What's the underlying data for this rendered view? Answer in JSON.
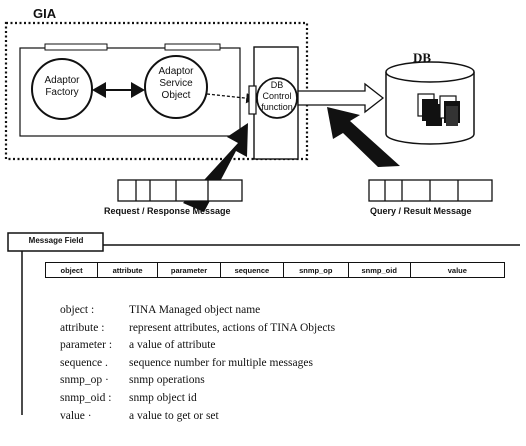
{
  "diagram": {
    "gia_label": "GIA",
    "db_label": "DB",
    "nodes": {
      "adaptor_factory": [
        "Adaptor",
        "Factory"
      ],
      "adaptor_service_object": [
        "Adaptor",
        "Service",
        "Object"
      ],
      "db_control_function": [
        "DB",
        "Control",
        "function"
      ]
    },
    "request_response_caption": "Request / Response Message",
    "query_result_caption": "Query / Result Message"
  },
  "message_field": {
    "tab_label": "Message Field",
    "fields": [
      "object",
      "attribute",
      "parameter",
      "sequence",
      "snmp_op",
      "snmp_oid",
      "value"
    ]
  },
  "legend": [
    {
      "key": "object :",
      "desc": "TINA Managed object name"
    },
    {
      "key": "attribute :",
      "desc": "represent attributes, actions of TINA Objects"
    },
    {
      "key": "parameter :",
      "desc": "a value of attribute"
    },
    {
      "key": "sequence .",
      "desc": "sequence number for multiple messages"
    },
    {
      "key": "snmp_op ·",
      "desc": "snmp operations"
    },
    {
      "key": "snmp_oid :",
      "desc": "snmp object id"
    },
    {
      "key": "value ·",
      "desc": "a value to get or set"
    }
  ]
}
